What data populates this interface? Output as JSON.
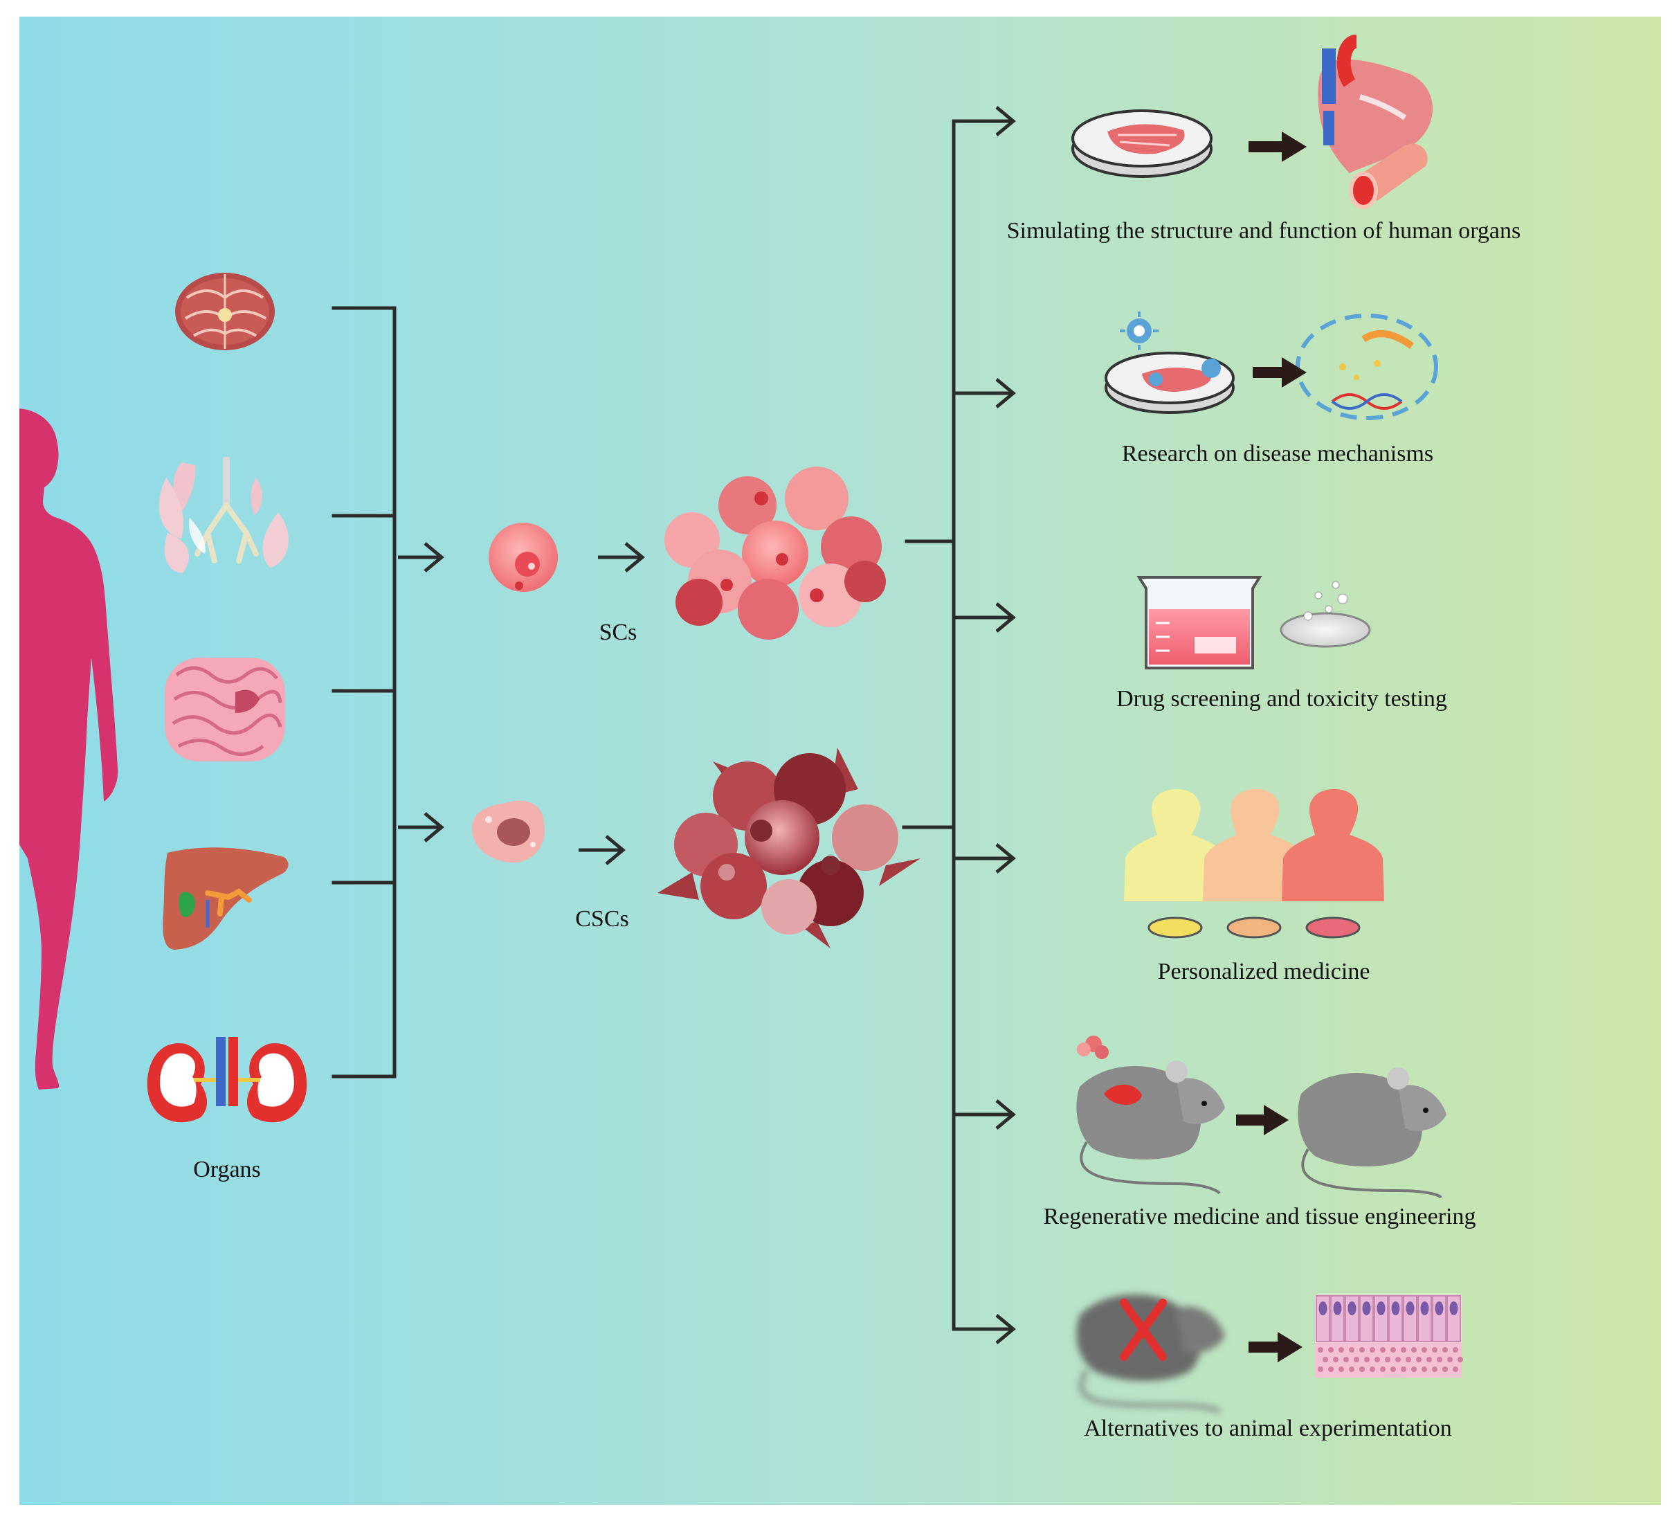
{
  "labels": {
    "organs": "Organs",
    "scs": "SCs",
    "cscs": "CSCs"
  },
  "applications": [
    {
      "label": "Simulating the structure and function of human organs"
    },
    {
      "label": "Research on disease mechanisms"
    },
    {
      "label": "Drug screening and toxicity testing"
    },
    {
      "label": "Personalized medicine"
    },
    {
      "label": "Regenerative medicine and tissue engineering"
    },
    {
      "label": "Alternatives to animal experimentation"
    }
  ],
  "organs": [
    {
      "icon": "brain-icon"
    },
    {
      "icon": "lungs-icon"
    },
    {
      "icon": "intestine-icon"
    },
    {
      "icon": "liver-icon"
    },
    {
      "icon": "kidneys-icon"
    }
  ],
  "colors": {
    "gradient_left": "#8fdbe8",
    "gradient_mid": "#aee2d6",
    "gradient_right": "#cde6a8",
    "body_silhouette": "#d6336c",
    "arrow": "#2b2b2b",
    "cell_pink": "#f08080",
    "tumor_red": "#a83a44"
  }
}
